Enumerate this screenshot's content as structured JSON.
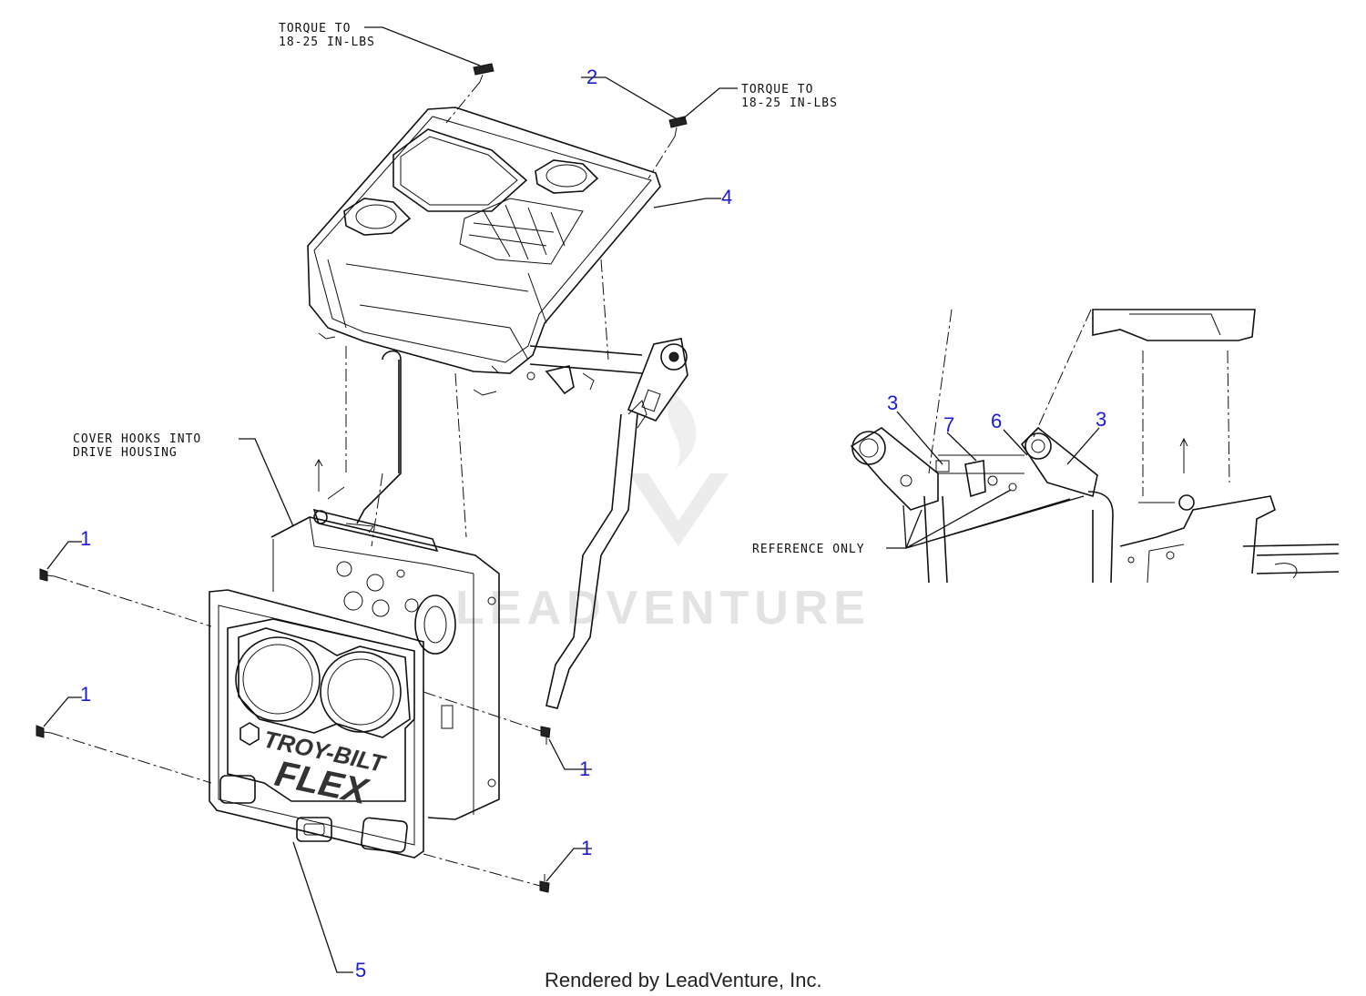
{
  "notes": {
    "torque_top_line1": "TORQUE TO",
    "torque_top_line2": "18-25 IN-LBS",
    "torque_right_line1": "TORQUE TO",
    "torque_right_line2": "18-25 IN-LBS",
    "cover_hooks_line1": "COVER HOOKS INTO",
    "cover_hooks_line2": "DRIVE HOUSING",
    "reference_only": "REFERENCE ONLY"
  },
  "callouts": {
    "c1_a": "1",
    "c1_b": "1",
    "c1_c": "1",
    "c1_d": "1",
    "c2": "2",
    "c3_a": "3",
    "c3_b": "3",
    "c4": "4",
    "c5": "5",
    "c6": "6",
    "c7": "7"
  },
  "logo": {
    "line1": "TROY-BILT",
    "line2": "FLEX"
  },
  "watermark": "LEADVENTURE",
  "footer": "Rendered by LeadVenture, Inc.",
  "colors": {
    "callout": "#1a1adb",
    "line": "#111111",
    "watermark": "#e3e3e3"
  }
}
